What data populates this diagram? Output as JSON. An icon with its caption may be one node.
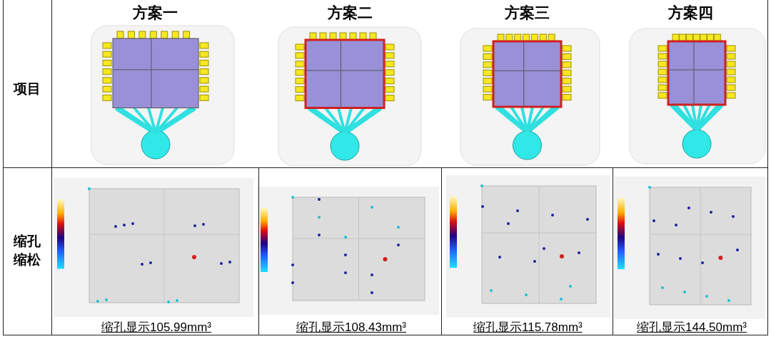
{
  "diagram": {
    "labels": [
      "方案一",
      "方案二",
      "方案三",
      "方案四",
      "项目",
      "缩孔缩松",
      "缩孔显示105.99mm³",
      "缩孔显示108.43mm³",
      "缩孔显示115.78mm³",
      "缩孔显示144.50mm³"
    ]
  }
}
